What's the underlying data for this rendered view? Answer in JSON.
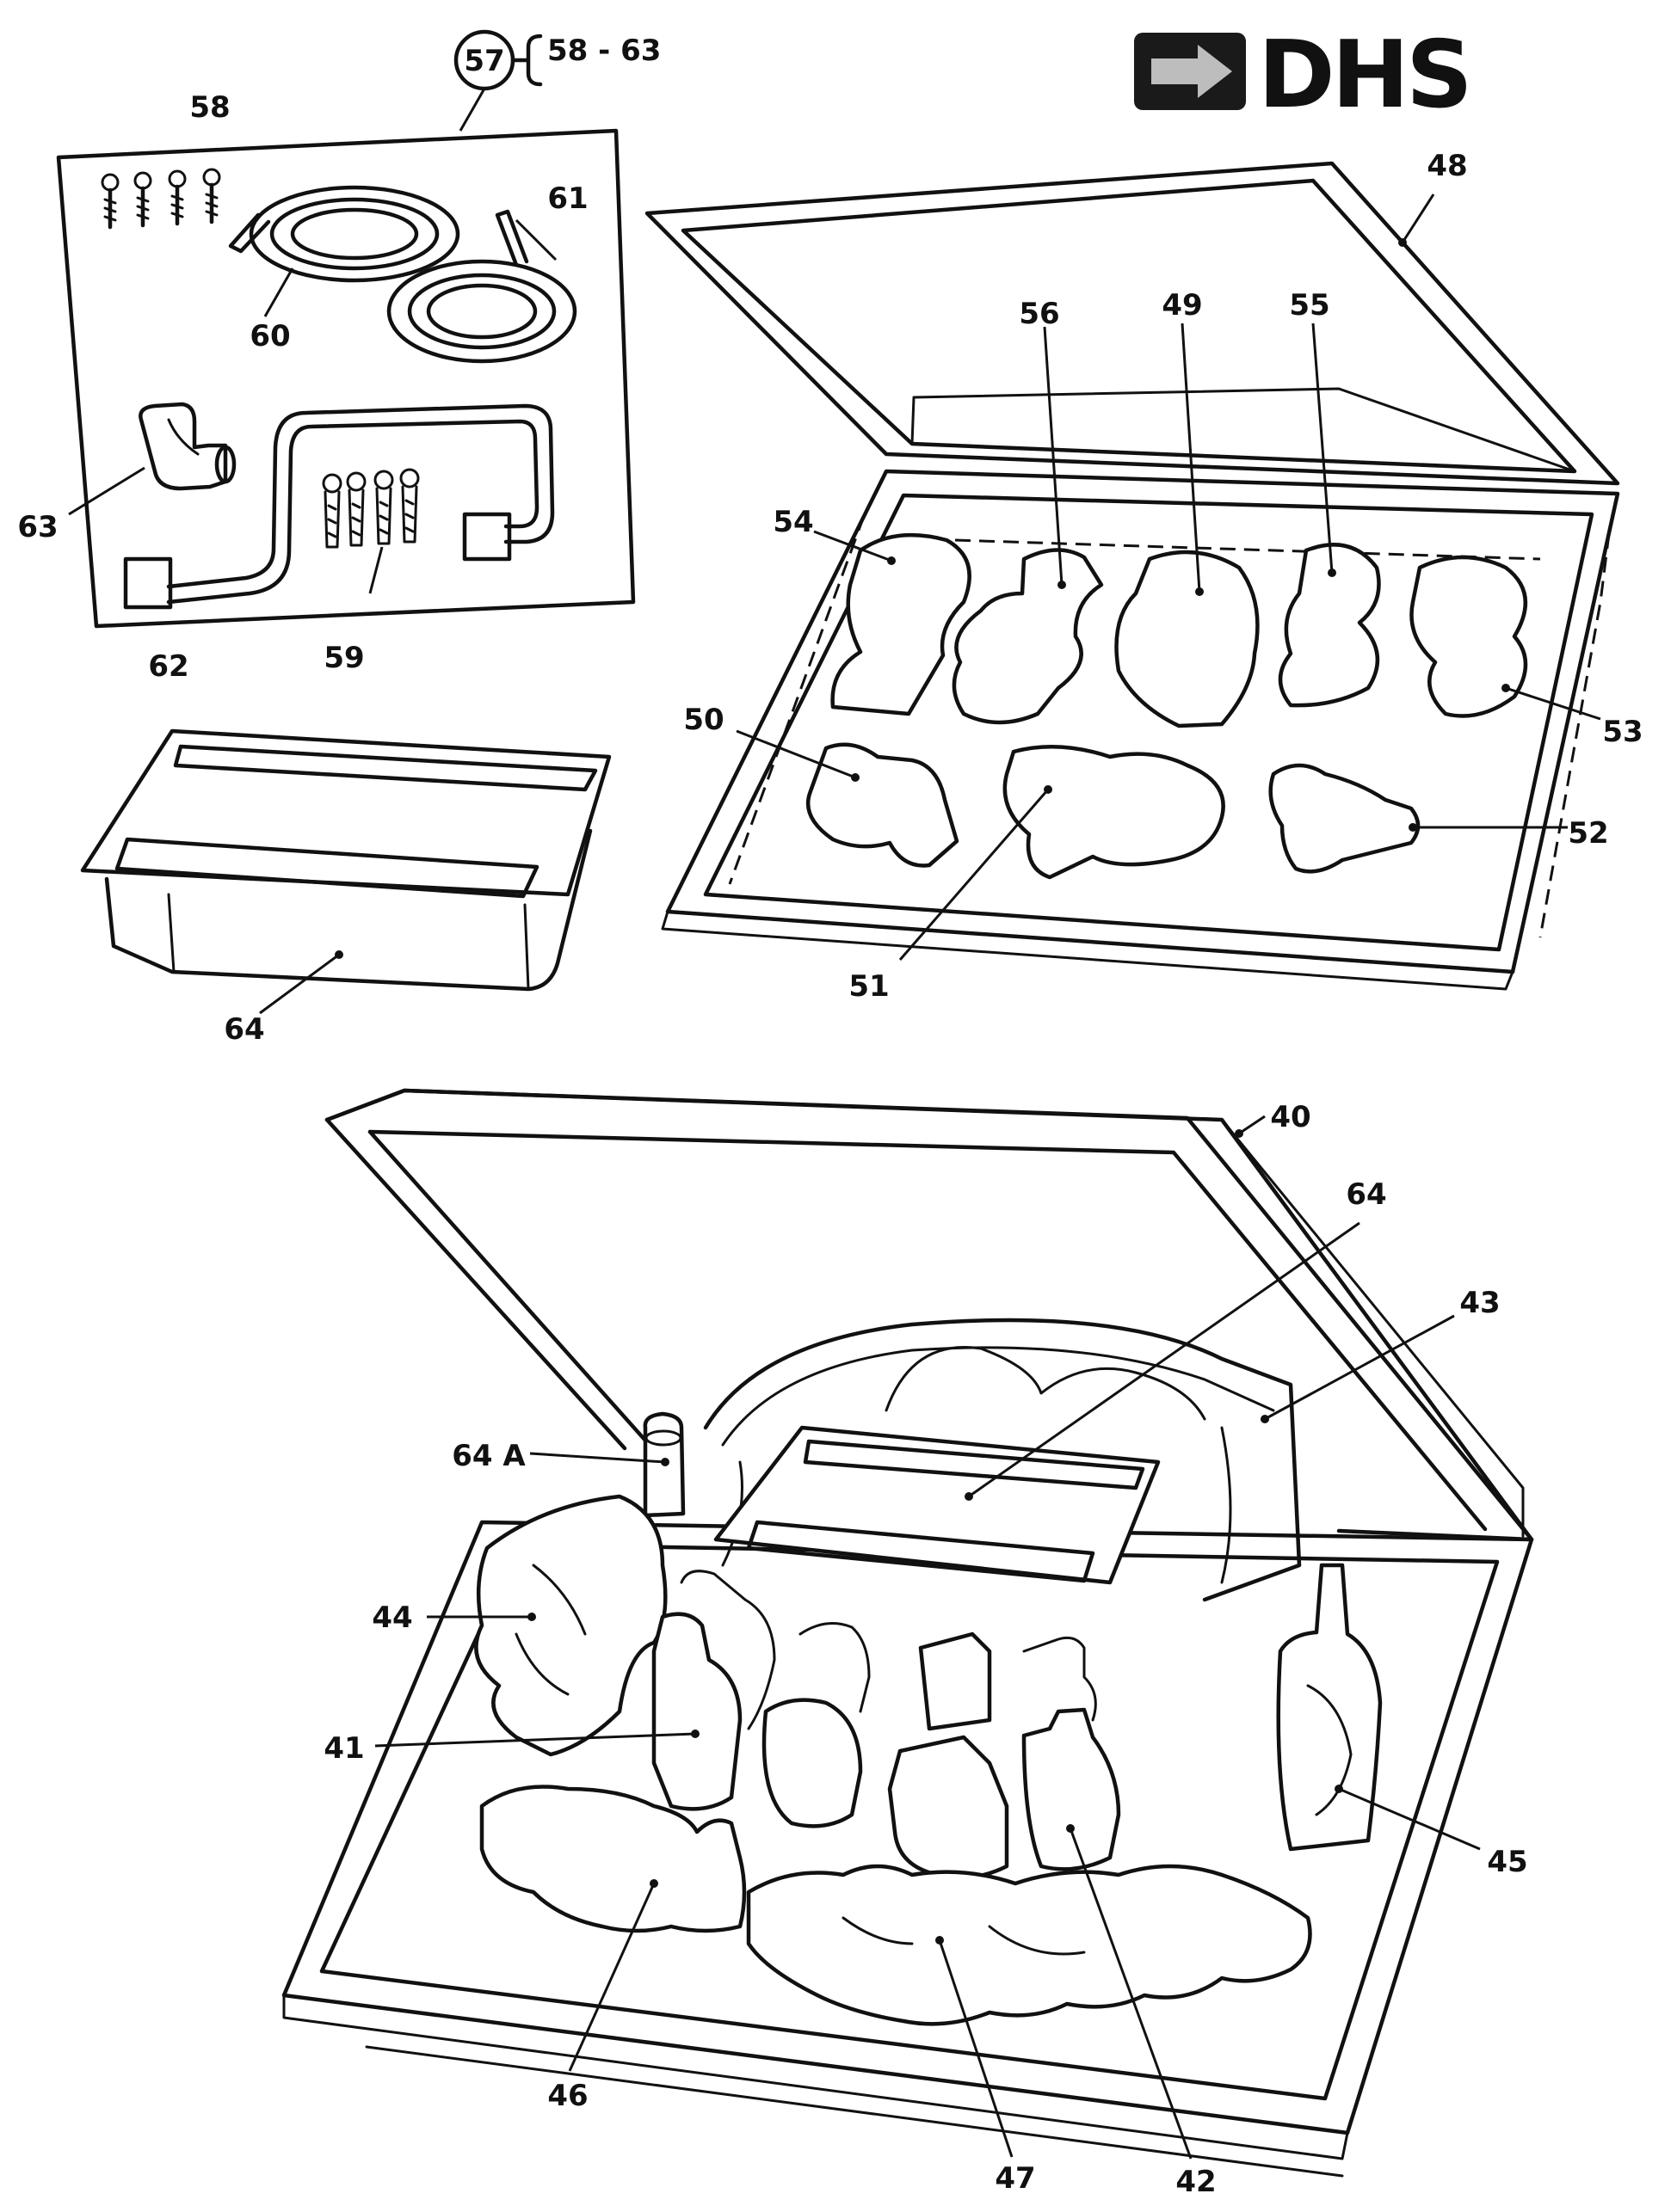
{
  "brand": {
    "logo_text": "DHS",
    "colors": {
      "logo_dark": "#1a1a1a",
      "line": "#111111",
      "background": "#ffffff"
    }
  },
  "kit_header": {
    "circle_label": "57",
    "range_label": "58 - 63"
  },
  "labels": {
    "p58": "58",
    "p59": "59",
    "p60": "60",
    "p61": "61",
    "p62": "62",
    "p63": "63",
    "p64_box": "64",
    "p48": "48",
    "p49": "49",
    "p50": "50",
    "p51": "51",
    "p52": "52",
    "p53": "53",
    "p54": "54",
    "p55": "55",
    "p56": "56",
    "p40": "40",
    "p41": "41",
    "p42": "42",
    "p43": "43",
    "p44": "44",
    "p45": "45",
    "p46": "46",
    "p47": "47",
    "p64_burner": "64",
    "p64a": "64 A"
  }
}
